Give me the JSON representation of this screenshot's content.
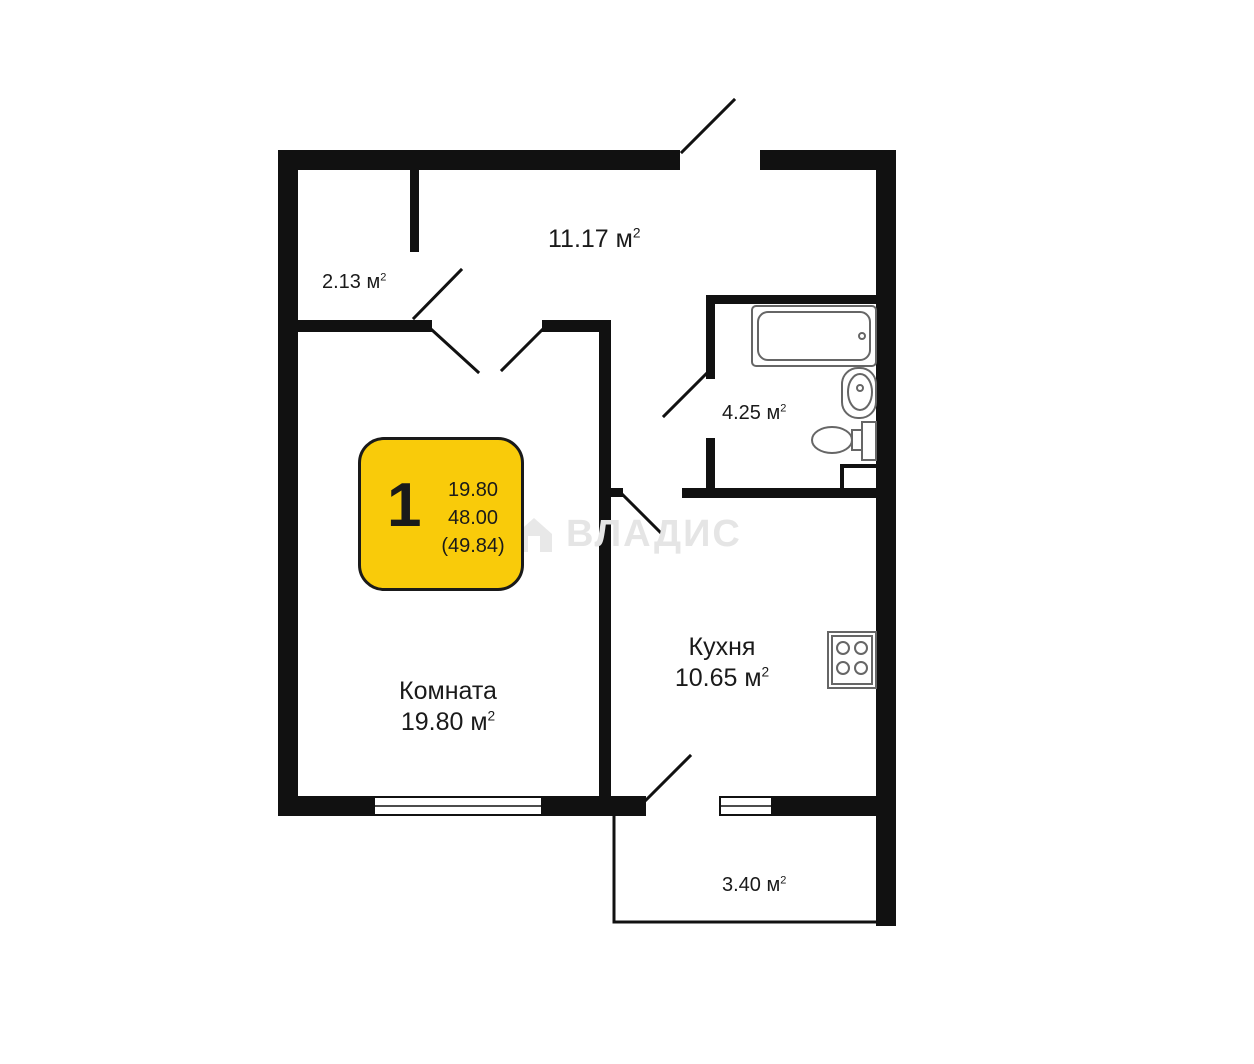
{
  "apartment": {
    "rooms_count": "1",
    "living_area": "19.80",
    "total_area": "48.00",
    "total_with_balcony": "(49.84)"
  },
  "rooms": {
    "hall": {
      "area": "11.17 м",
      "sup": "2"
    },
    "storage": {
      "area": "2.13 м",
      "sup": "2"
    },
    "bathroom": {
      "area": "4.25 м",
      "sup": "2"
    },
    "living_room": {
      "name": "Комната",
      "area": "19.80 м",
      "sup": "2"
    },
    "kitchen": {
      "name": "Кухня",
      "area": "10.65 м",
      "sup": "2"
    },
    "balcony": {
      "area": "3.40 м",
      "sup": "2"
    }
  },
  "watermark": {
    "text": "ВЛАДИС"
  },
  "colors": {
    "wall": "#111111",
    "badge": "#f9cb0a",
    "fixture": "#666666",
    "watermark": "#e5e5e5"
  }
}
